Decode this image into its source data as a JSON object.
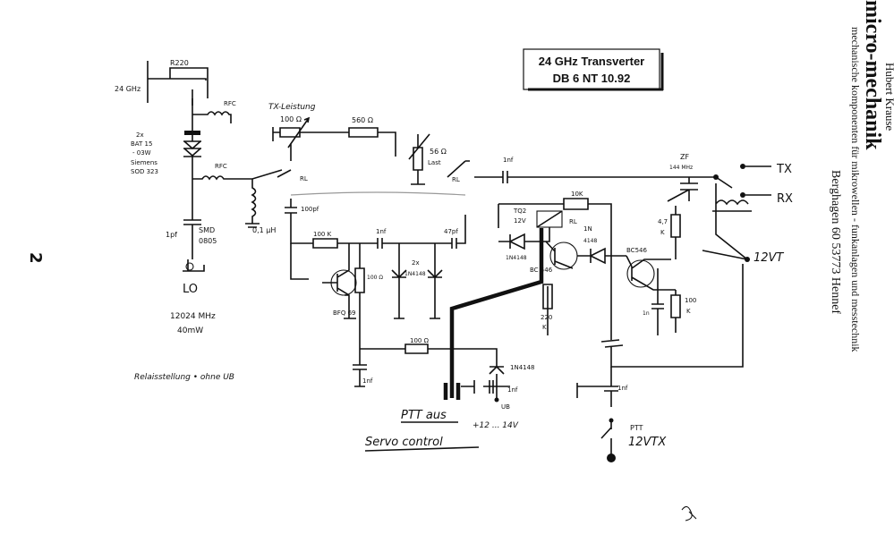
{
  "title_box": {
    "line1": "24 GHz Transverter",
    "line2": "DB 6 NT  10.92"
  },
  "vendor": {
    "name": "Hubert Krause",
    "brand": "micro-mechanik",
    "line1": "mechanische komponenten für mikrowellen - funkanlagen und messtechnik",
    "line2": "Berghagen 60   53773 Hennef"
  },
  "page_number": "2",
  "labels": {
    "r220": "R220",
    "ghz24": "24 GHz",
    "rfc_top": "RFC",
    "diodes": [
      "2x",
      "BAT 15",
      "- 03W",
      "Siemens",
      "SOD 323"
    ],
    "rfc_mid": "RFC",
    "ind": "0,1 µH",
    "cap_1pf": "1pf",
    "smd": [
      "SMD",
      "0805"
    ],
    "lo": "LO",
    "lo_freq": "12024 MHz",
    "lo_pwr": "40mW",
    "relais_note": "Relaisstellung • ohne UB",
    "tx_leistung": "TX-Leistung",
    "r100": "100 Ω",
    "r560": "560 Ω",
    "r56": "56 Ω",
    "last": "Last",
    "rl_left": "RL",
    "rl_right": "RL",
    "c_1nf_top": "1nf",
    "c_100pf": "100pf",
    "r100k": "100 K",
    "c_1nf_mid": "1nf",
    "c_47pf": "47pf",
    "bfq": "BFQ 69",
    "r100_small": "100 Ω",
    "diode_pair": [
      "2x",
      "1N4148"
    ],
    "r100_bot": "100 Ω",
    "c_1nf_left": "1nf",
    "ptt_aus": "PTT aus",
    "servo": "Servo control",
    "supply": "+12 ... 14V",
    "ub": "UB",
    "c_1nf_ub": "1nf",
    "d_1n4148_bot": "1N4148",
    "tq2": [
      "TQ2",
      "12V"
    ],
    "rl_relay": "RL",
    "d_1n4148_left": "1N4148",
    "bc_left": "BC 546",
    "d_1n4148_right": [
      "1N",
      "4148"
    ],
    "r10k": "10K",
    "r220k": [
      "220",
      "K"
    ],
    "bc_right": "BC546",
    "c_1n": "1n",
    "r100k_right": [
      "100",
      "K"
    ],
    "r47k": [
      "4,7",
      "K"
    ],
    "zf": [
      "ZF",
      "144 MHz"
    ],
    "tx": "TX",
    "rx": "RX",
    "v12t": "12VT",
    "ptt": "PTT",
    "v12tx": "12VTX",
    "c_1nf_ptt": "1nf"
  }
}
